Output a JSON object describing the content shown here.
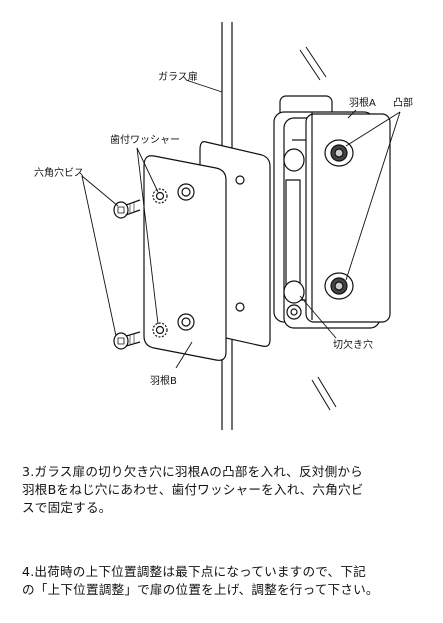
{
  "labels": {
    "glass_door": "ガラス扉",
    "toothed_washer": "歯付ワッシャー",
    "hex_screw": "六角穴ビス",
    "wing_a": "羽根A",
    "boss": "凸部",
    "notch_hole": "切欠き穴",
    "wing_b": "羽根B"
  },
  "steps": [
    {
      "lines": [
        "3.ガラス扉の切り欠き穴に羽根Aの凸部を入れ、反対側から",
        "羽根Bをねじ穴にあわせ、歯付ワッシャーを入れ、六角穴ビ",
        "スで固定する。"
      ]
    },
    {
      "lines": [
        "4.出荷時の上下位置調整は最下点になっていますので、下記",
        "の「上下位置調整」で扉の位置を上げ、調整を行って下さい。"
      ]
    }
  ]
}
